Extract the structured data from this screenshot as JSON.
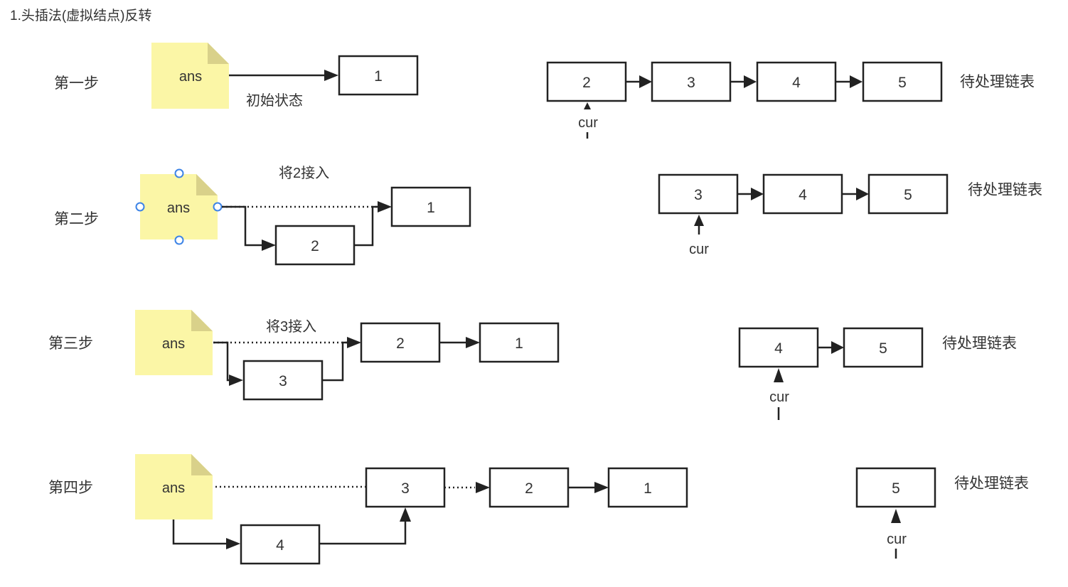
{
  "title": "1.头插法(虚拟结点)反转",
  "ans_label": "ans",
  "cur_label": "cur",
  "pending_label": "待处理链表",
  "steps": [
    {
      "name": "第一步",
      "annotation": "初始状态",
      "list_nodes": [
        "1"
      ],
      "pending_nodes": [
        "2",
        "3",
        "4",
        "5"
      ]
    },
    {
      "name": "第二步",
      "annotation": "将2接入",
      "inserted_node": "2",
      "list_nodes": [
        "1"
      ],
      "pending_nodes": [
        "3",
        "4",
        "5"
      ]
    },
    {
      "name": "第三步",
      "annotation": "将3接入",
      "inserted_node": "3",
      "list_nodes": [
        "2",
        "1"
      ],
      "pending_nodes": [
        "4",
        "5"
      ]
    },
    {
      "name": "第四步",
      "inserted_node": "4",
      "list_nodes": [
        "3",
        "2",
        "1"
      ],
      "pending_nodes": [
        "5"
      ]
    }
  ]
}
